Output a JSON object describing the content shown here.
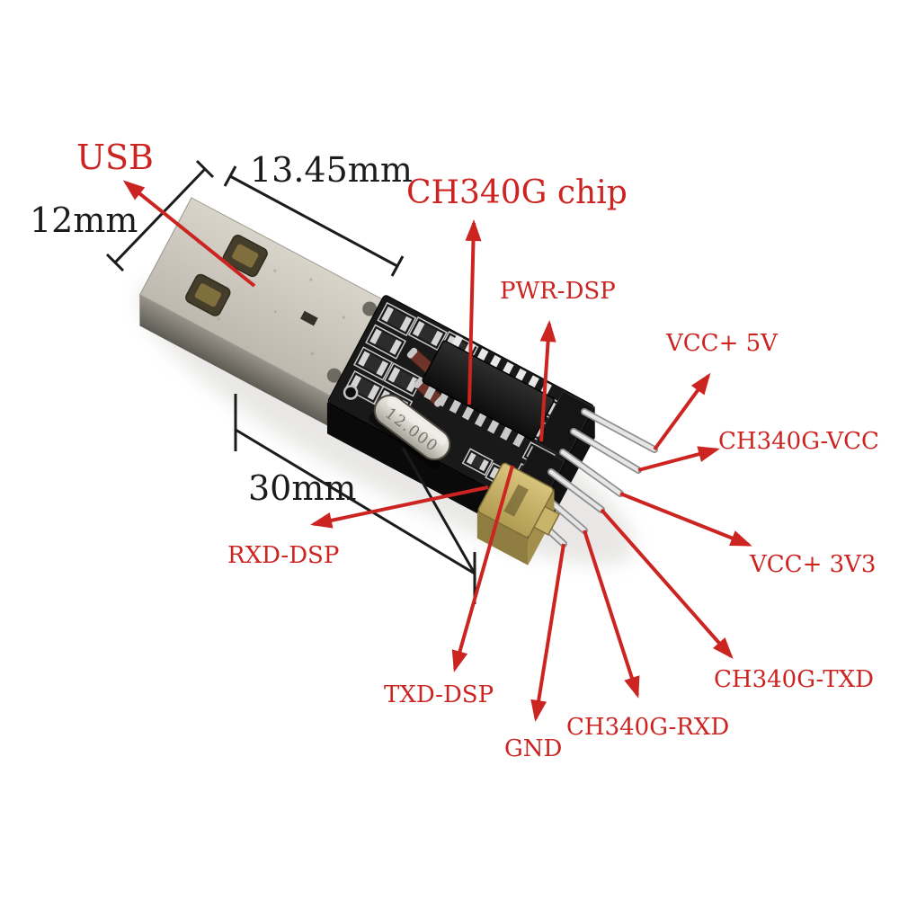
{
  "colors": {
    "annotation_red": "#cc2421",
    "dimension_black": "#1b1b1b",
    "background": "#ffffff",
    "pcb_black": "#191919",
    "usb_shell_silver": "#ccc8be",
    "jumper_yellow": "#c9b469",
    "pin_silver": "#e6e6e6"
  },
  "labels": {
    "usb": "USB",
    "dim_connector_width": "12mm",
    "dim_connector_length": "13.45mm",
    "dim_board_length": "30mm",
    "chip": "CH340G chip",
    "pwr_dsp": "PWR-DSP",
    "vcc_5v": "VCC+ 5V",
    "ch340g_vcc": "CH340G-VCC",
    "vcc_3v3": "VCC+ 3V3",
    "ch340g_txd": "CH340G-TXD",
    "ch340g_rxd": "CH340G-RXD",
    "gnd": "GND",
    "txd_dsp": "TXD-DSP",
    "rxd_dsp": "RXD-DSP"
  },
  "board": {
    "crystal_marking": "12.000"
  }
}
